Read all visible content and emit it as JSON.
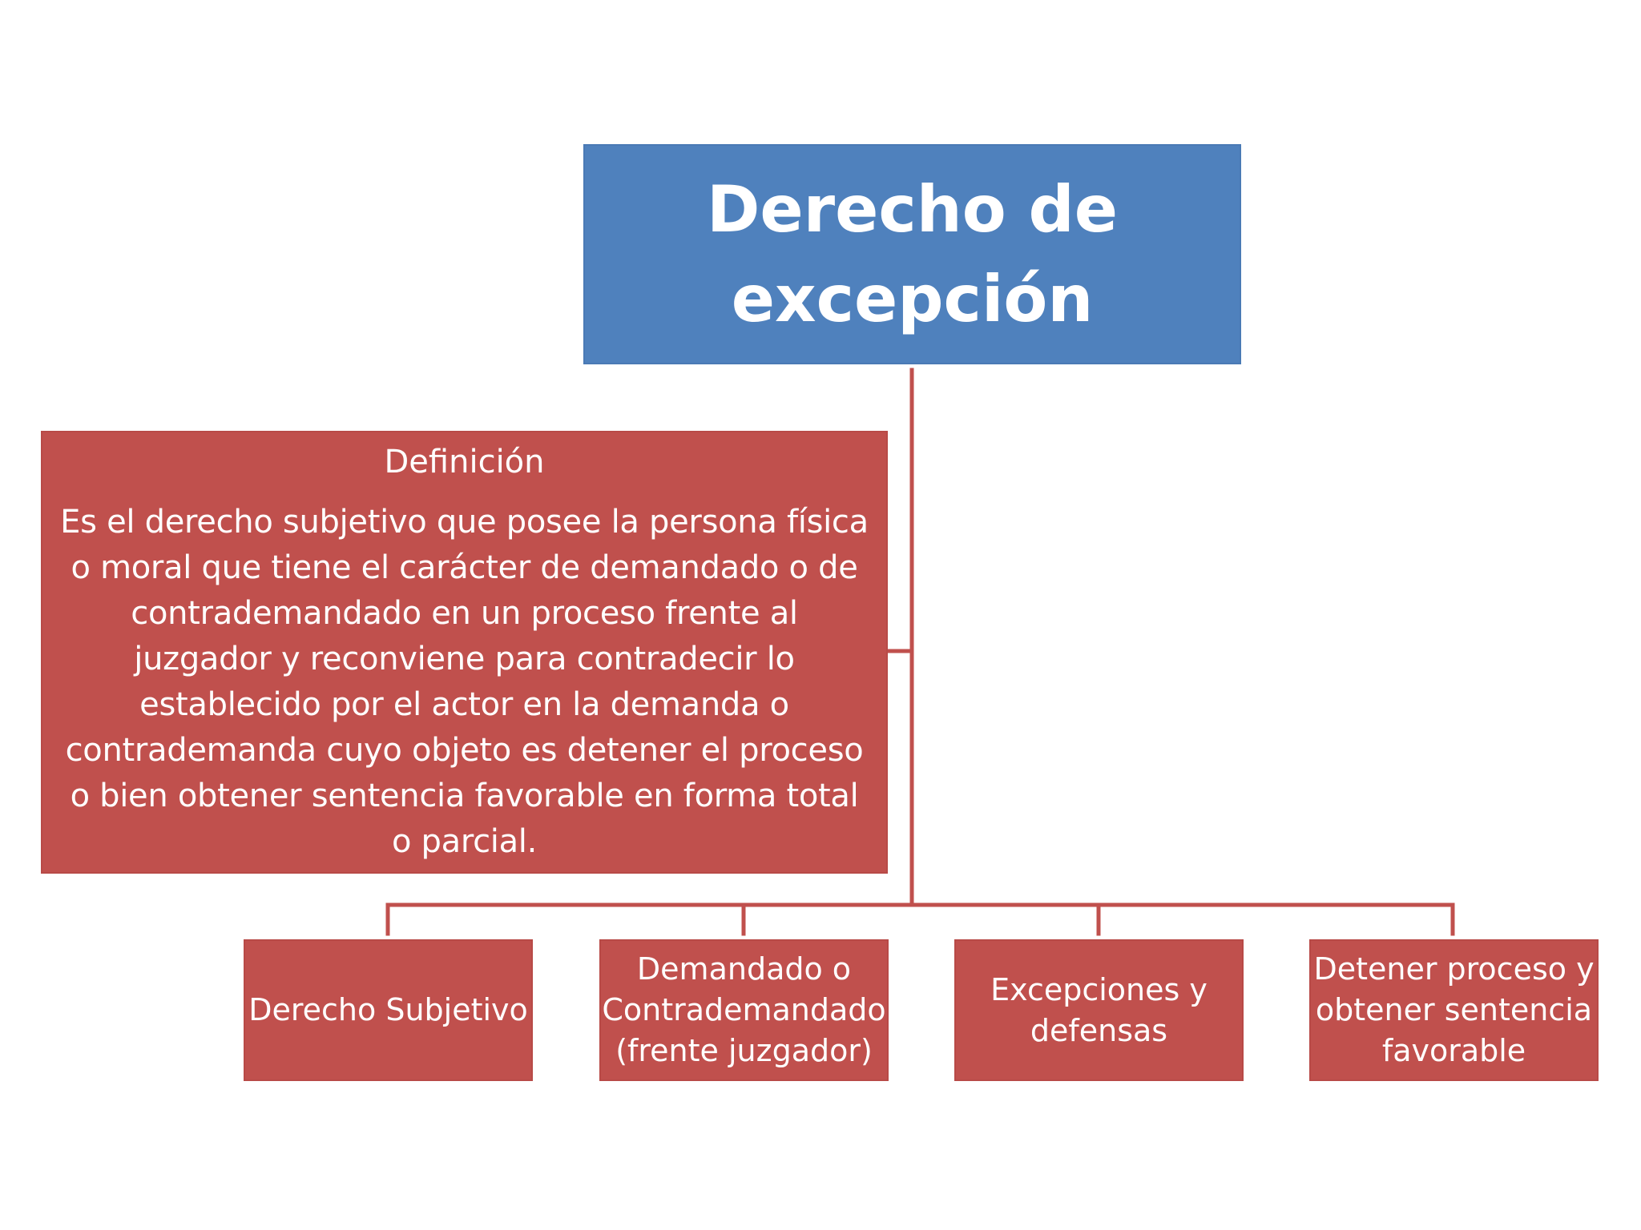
{
  "title": "Derecho de\nexcepción",
  "definition": {
    "heading": "Definición",
    "lines": [
      "Es el derecho subjetivo que posee la persona física",
      "o moral que tiene  el carácter de demandado o de",
      "contrademandado en un proceso frente al",
      "juzgador  y  reconviene para contradecir lo",
      "establecido por el actor en la demanda o",
      "contrademanda cuyo objeto es detener el proceso",
      "o bien obtener sentencia favorable en forma total",
      "o parcial."
    ]
  },
  "children": [
    {
      "lines": [
        "Derecho Subjetivo"
      ]
    },
    {
      "lines": [
        "Demandado o",
        "Contrademandado",
        "(frente juzgador)"
      ]
    },
    {
      "lines": [
        "Excepciones y",
        "defensas"
      ]
    },
    {
      "lines": [
        "Detener proceso y",
        "obtener sentencia",
        "favorable"
      ]
    }
  ],
  "colors": {
    "title_fill": "#4f81bd",
    "node_fill": "#c0504d",
    "connector": "#c0504d",
    "text": "#ffffff"
  }
}
